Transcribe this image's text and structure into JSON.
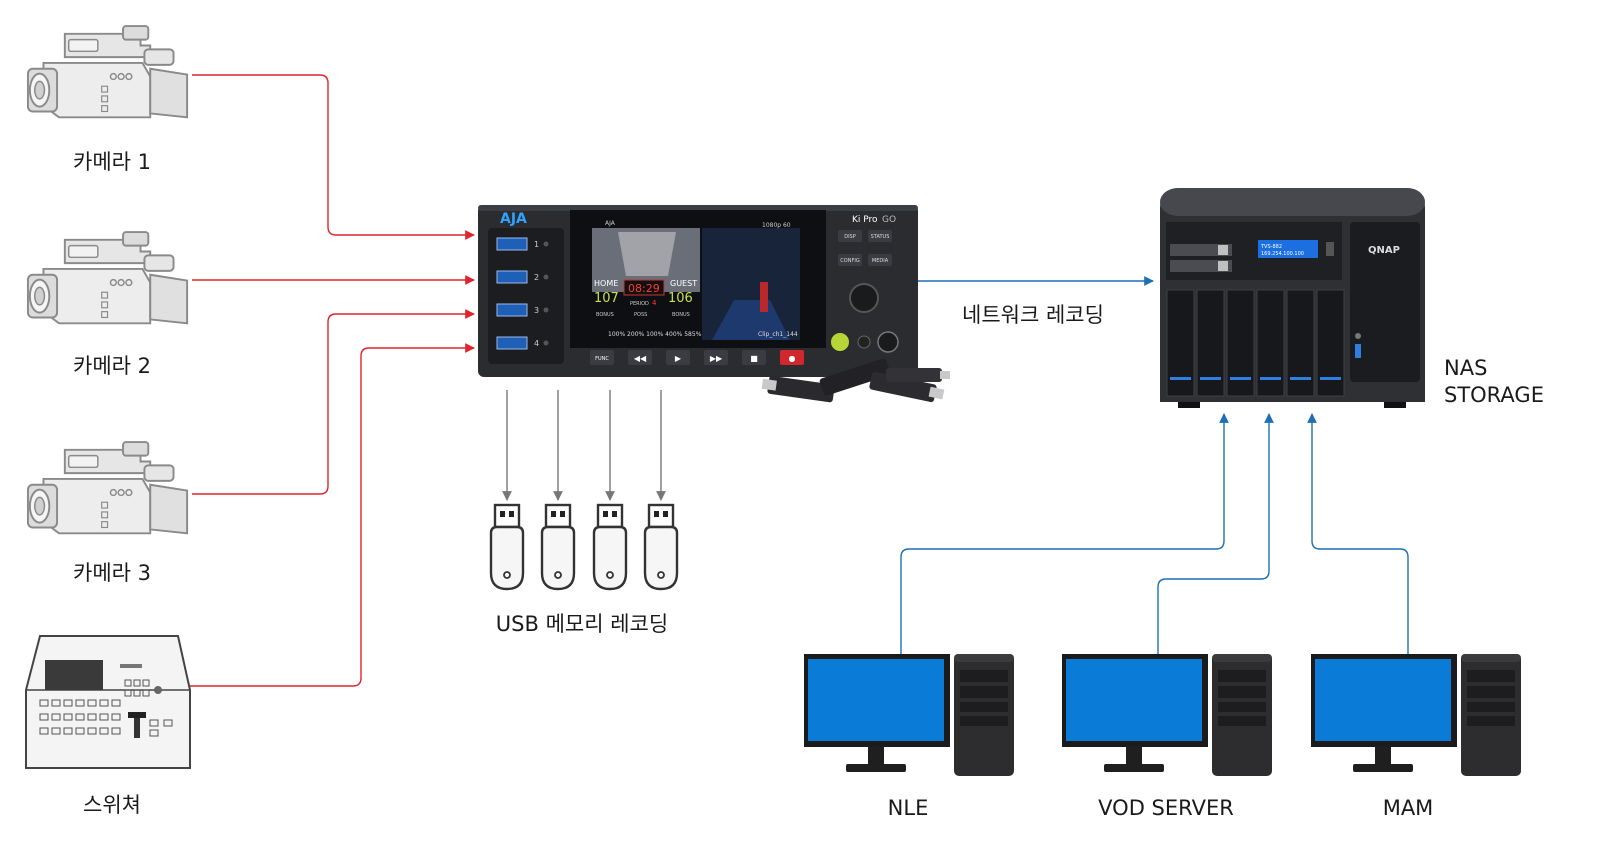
{
  "sources": [
    {
      "label": "카메라 1",
      "icon": "video-camera-icon"
    },
    {
      "label": "카메라 2",
      "icon": "video-camera-icon"
    },
    {
      "label": "카메라 3",
      "icon": "video-camera-icon"
    },
    {
      "label": "스위쳐",
      "icon": "video-switcher-icon"
    }
  ],
  "recorder": {
    "brand": "AJA",
    "model": "Ki Pro",
    "model_suffix": "GO",
    "usb_ports": [
      "1",
      "2",
      "3",
      "4"
    ],
    "screen": {
      "home": "HOME",
      "guest": "GUEST",
      "clock": "08:29",
      "home_score": "107",
      "guest_score": "106",
      "period_label": "PERIOD",
      "period": "4",
      "bonus": "BONUS",
      "poss": "POSS",
      "clip": "Clip_ch1_144",
      "format": "1080p 60",
      "levels": "100% 200% 100% 400% 585%"
    },
    "buttons": [
      "DISP",
      "STATUS",
      "CONFIG",
      "MEDIA"
    ],
    "transport": [
      "FUNC",
      "◀◀",
      "▶",
      "▶▶",
      "■",
      "●"
    ]
  },
  "usb_recording": {
    "label": "USB 메모리 레코딩",
    "drives": 4
  },
  "network_recording": {
    "label": "네트워크 레코딩"
  },
  "nas": {
    "label_line1": "NAS",
    "label_line2": "STORAGE",
    "brand": "QNAP",
    "display_line1": "TVS-882",
    "display_line2": "169.254.100.100"
  },
  "clients": [
    {
      "label": "NLE"
    },
    {
      "label": "VOD SERVER"
    },
    {
      "label": "MAM"
    }
  ],
  "colors": {
    "input_line": "#e0242b",
    "network_line": "#1f6fb5",
    "usb_line": "#777777",
    "monitor_screen": "#0a7bd6",
    "device_dark": "#2a2c30"
  }
}
